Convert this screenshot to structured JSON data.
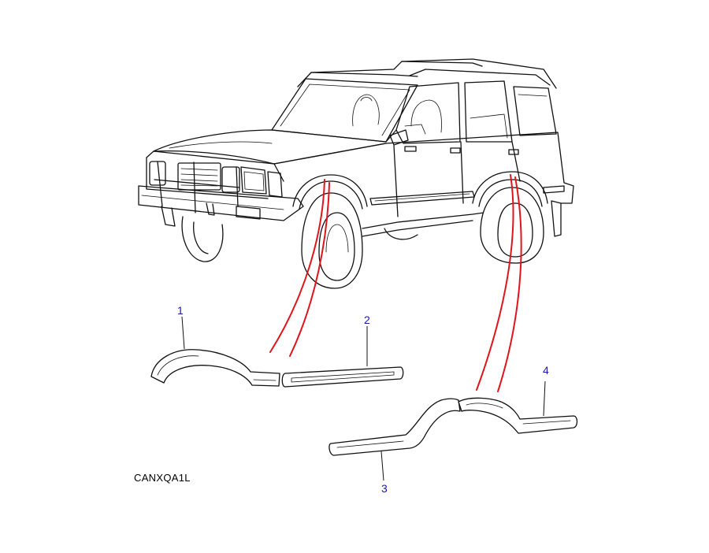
{
  "diagram": {
    "callouts": [
      {
        "id": "1",
        "label": "1"
      },
      {
        "id": "2",
        "label": "2"
      },
      {
        "id": "3",
        "label": "3"
      },
      {
        "id": "4",
        "label": "4"
      }
    ],
    "drawing_code": "CANXQA1L",
    "colors": {
      "outline": "#111111",
      "guide_lines": "#e0141c",
      "callout_text": "#1a1aa8"
    }
  }
}
